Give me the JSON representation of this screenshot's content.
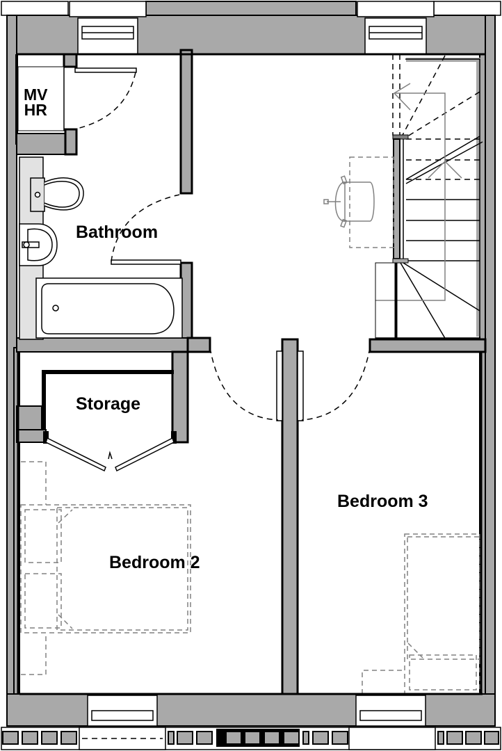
{
  "plan": {
    "type": "floor-plan",
    "level": "upper floor",
    "colors": {
      "wall_fill": "#a9a9a9",
      "wall_outline": "#000000",
      "floor": "#ffffff",
      "fixture_fill": "#e2e2e2",
      "furniture_dashed": "#808080",
      "door_swing_dashed": "#000000"
    }
  },
  "rooms": {
    "mvhr": {
      "line1": "MV",
      "line2": "HR"
    },
    "bathroom": {
      "label": "Bathroom",
      "fixtures": [
        "toilet-icon",
        "washbasin-icon",
        "bathtub-icon"
      ]
    },
    "storage": {
      "label": "Storage",
      "doors": "double bi-fold"
    },
    "bedroom2": {
      "label": "Bedroom 2",
      "furniture": [
        "double-bed",
        "bedside-table-left",
        "bedside-table-right"
      ]
    },
    "bedroom3": {
      "label": "Bedroom 3",
      "furniture": [
        "single-bed",
        "bedside-table"
      ]
    },
    "landing": {
      "features": [
        "staircase-icon",
        "desk-chair-icon",
        "balustrade"
      ]
    }
  }
}
